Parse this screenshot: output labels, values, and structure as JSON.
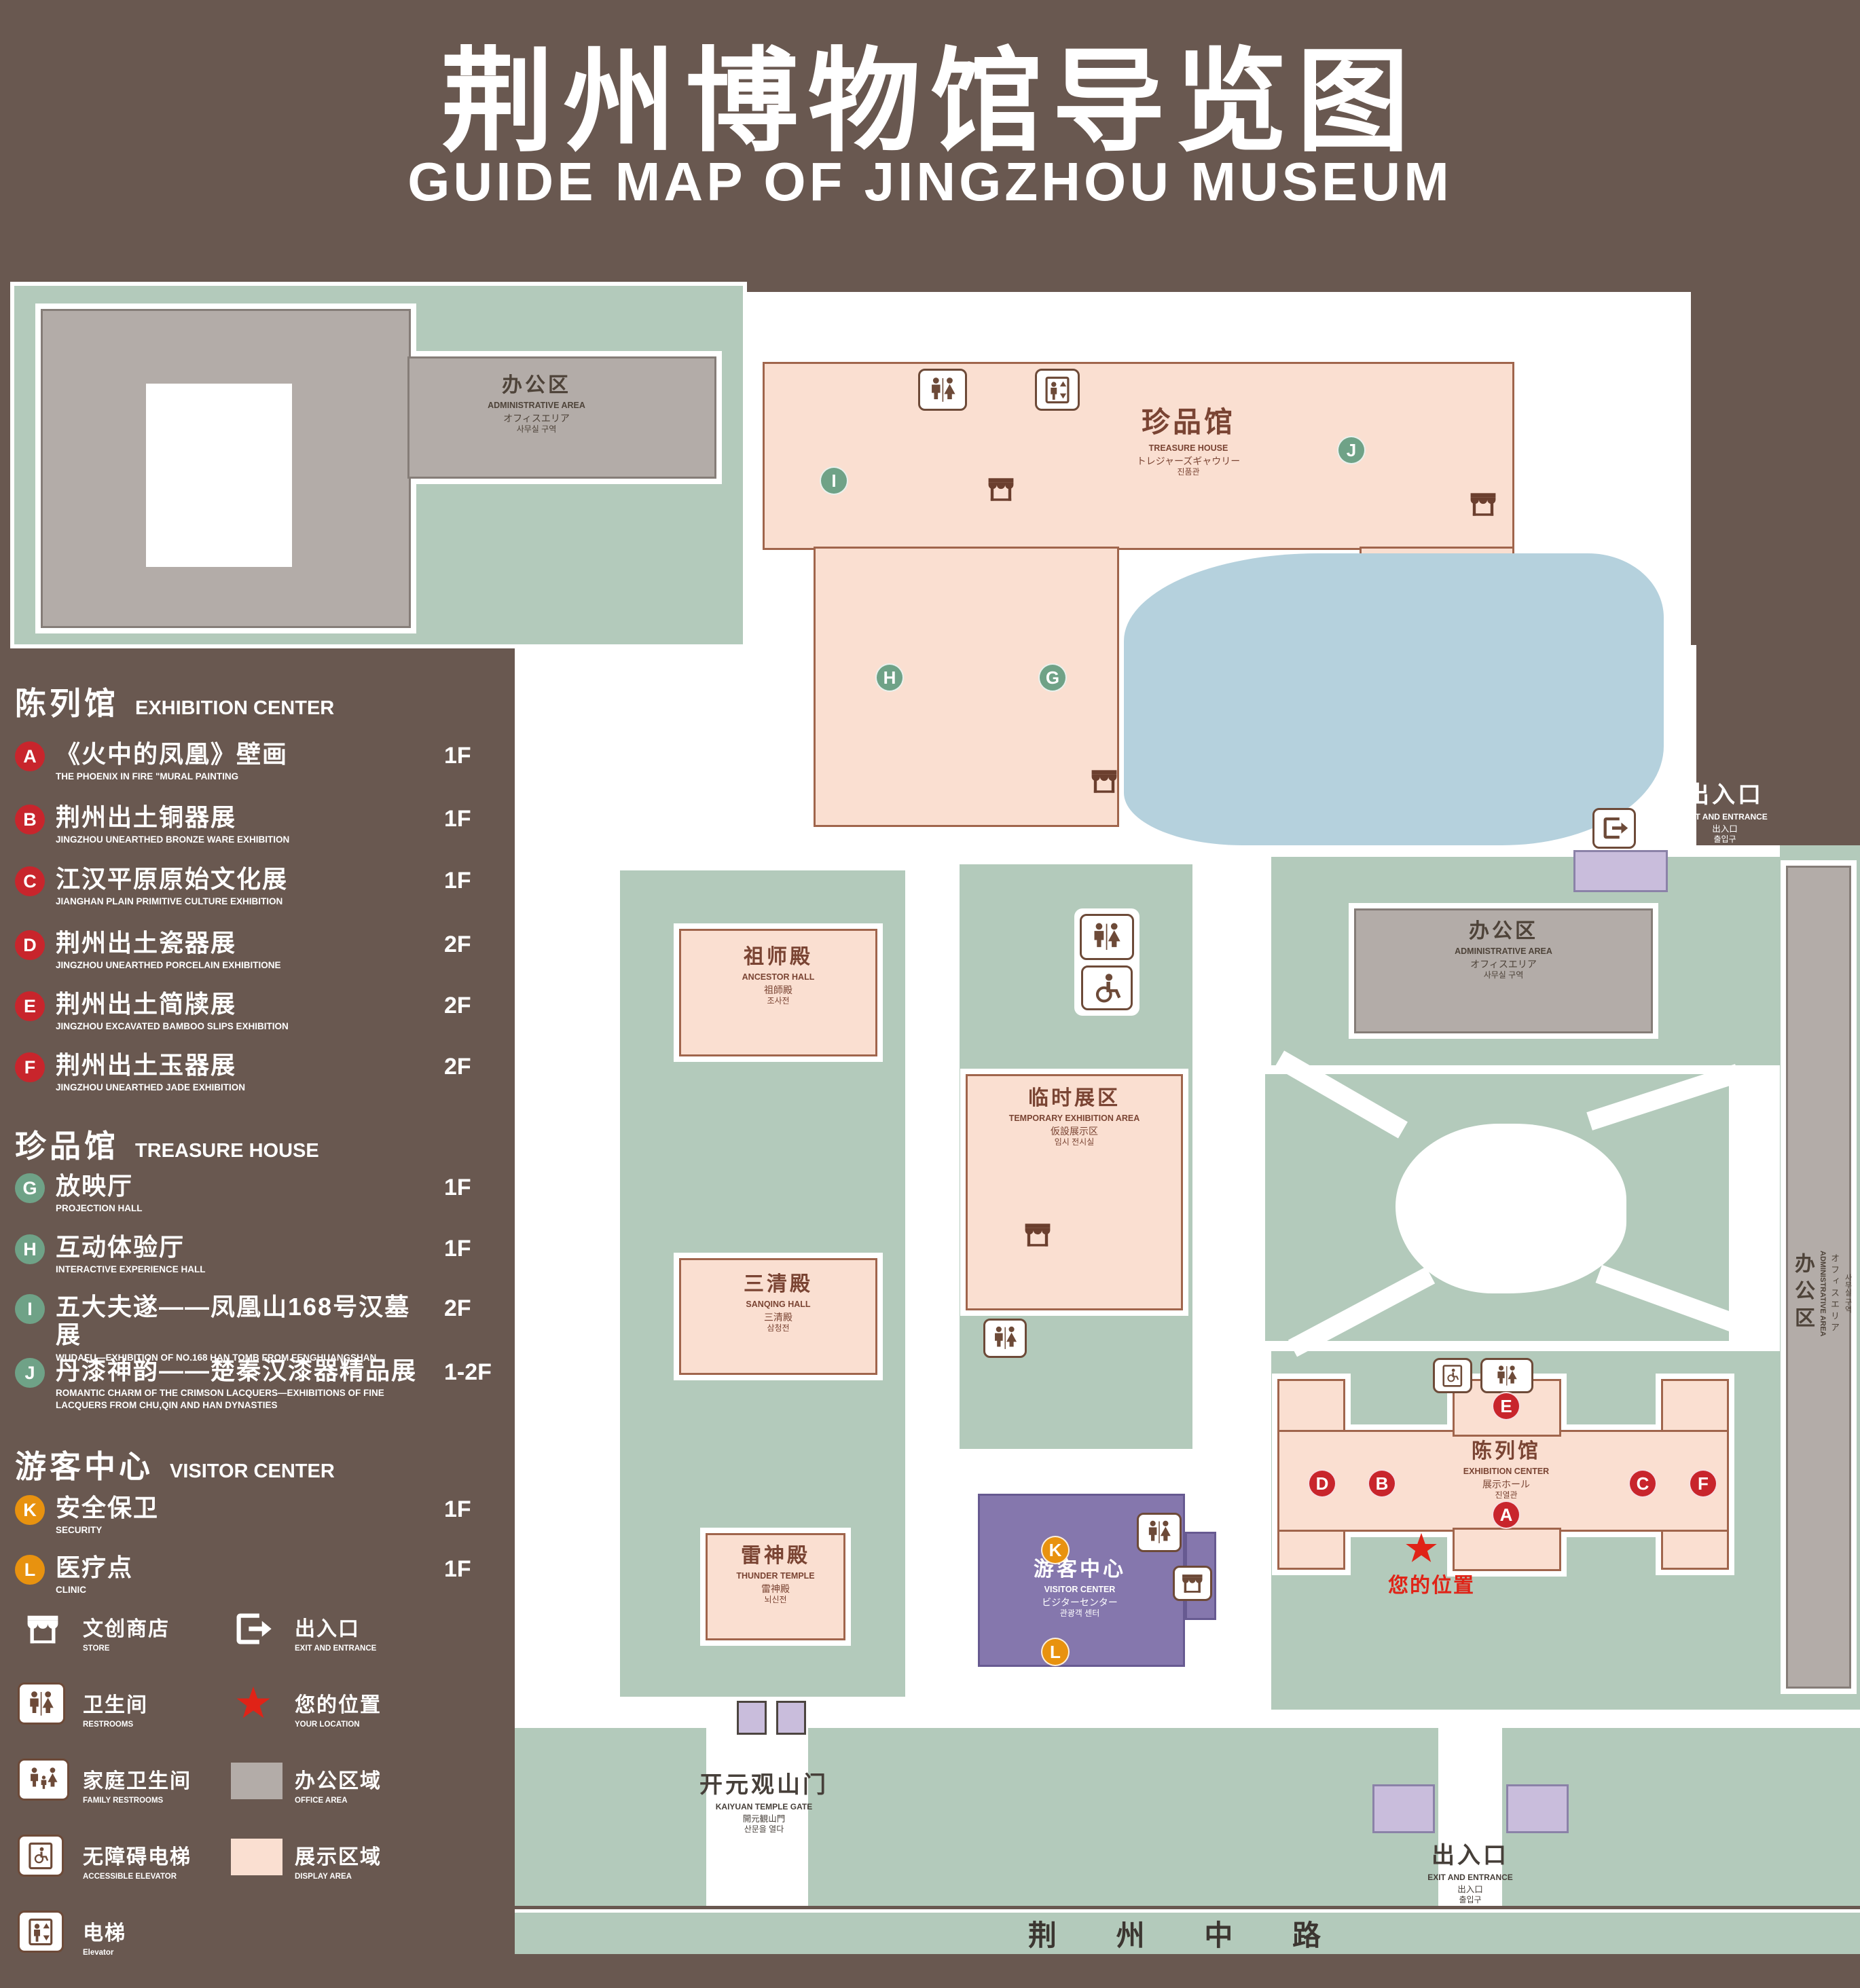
{
  "header": {
    "title": "荆州博物馆导览图",
    "subtitle": "GUIDE MAP OF JINGZHOU MUSEUM"
  },
  "legend": {
    "sections": [
      {
        "zh": "陈列馆",
        "en": "EXHIBITION CENTER",
        "items": [
          {
            "marker": "A",
            "zh": "《火中的凤凰》壁画",
            "en": "THE PHOENIX IN FIRE \"MURAL PAINTING",
            "floor": "1F"
          },
          {
            "marker": "B",
            "zh": "荆州出土铜器展",
            "en": "JINGZHOU UNEARTHED BRONZE WARE EXHIBITION",
            "floor": "1F"
          },
          {
            "marker": "C",
            "zh": "江汉平原原始文化展",
            "en": "JIANGHAN PLAIN PRIMITIVE CULTURE EXHIBITION",
            "floor": "1F"
          },
          {
            "marker": "D",
            "zh": "荆州出土瓷器展",
            "en": "JINGZHOU UNEARTHED PORCELAIN EXHIBITIONE",
            "floor": "2F"
          },
          {
            "marker": "E",
            "zh": "荆州出土简牍展",
            "en": "JINGZHOU EXCAVATED BAMBOO SLIPS EXHIBITION",
            "floor": "2F"
          },
          {
            "marker": "F",
            "zh": "荆州出土玉器展",
            "en": "JINGZHOU UNEARTHED JADE EXHIBITION",
            "floor": "2F"
          }
        ]
      },
      {
        "zh": "珍品馆",
        "en": "TREASURE HOUSE",
        "items": [
          {
            "marker": "G",
            "zh": "放映厅",
            "en": "PROJECTION HALL",
            "floor": "1F"
          },
          {
            "marker": "H",
            "zh": "互动体验厅",
            "en": "INTERACTIVE EXPERIENCE HALL",
            "floor": "1F"
          },
          {
            "marker": "I",
            "zh": "五大夫遂——凤凰山168号汉墓展",
            "en": "WUDAFU—EXHIBITION OF NO.168 HAN TOMB FROM FENGHUANGSHAN",
            "floor": "2F"
          },
          {
            "marker": "J",
            "zh": "丹漆神韵——楚秦汉漆器精品展",
            "en": "ROMANTIC CHARM OF THE CRIMSON LACQUERS—EXHIBITIONS OF FINE LACQUERS FROM CHU,QIN AND HAN DYNASTIES",
            "floor": "1-2F"
          }
        ]
      },
      {
        "zh": "游客中心",
        "en": "VISITOR CENTER",
        "items": [
          {
            "marker": "K",
            "zh": "安全保卫",
            "en": "SECURITY",
            "floor": "1F"
          },
          {
            "marker": "L",
            "zh": "医疗点",
            "en": "CLINIC",
            "floor": "1F"
          }
        ]
      }
    ],
    "symbols": {
      "store": {
        "zh": "文创商店",
        "en": "STORE"
      },
      "exit": {
        "zh": "出入口",
        "en": "EXIT AND ENTRANCE"
      },
      "restroom": {
        "zh": "卫生间",
        "en": "RESTROOMS"
      },
      "location": {
        "zh": "您的位置",
        "en": "YOUR LOCATION"
      },
      "family": {
        "zh": "家庭卫生间",
        "en": "FAMILY RESTROOMS"
      },
      "office": {
        "zh": "办公区域",
        "en": "OFFICE AREA"
      },
      "accessible": {
        "zh": "无障碍电梯",
        "en": "ACCESSIBLE ELEVATOR"
      },
      "display": {
        "zh": "展示区域",
        "en": "DISPLAY AREA"
      },
      "elevator": {
        "zh": "电梯",
        "en": "Elevator"
      }
    }
  },
  "map": {
    "buildings": {
      "admin": {
        "zh": "办公区",
        "en": "ADMINISTRATIVE AREA",
        "ja": "オフィスエリア",
        "ko": "사무실 구역"
      },
      "treasure_house": {
        "zh": "珍品馆",
        "en": "TREASURE HOUSE",
        "ja": "トレジャーズギャウリー",
        "ko": "진품관"
      },
      "ancestor_hall": {
        "zh": "祖师殿",
        "en": "ANCESTOR HALL",
        "ja": "祖師殿",
        "ko": "조사전"
      },
      "temporary_exhibition": {
        "zh": "临时展区",
        "en": "TEMPORARY EXHIBITION AREA",
        "ja": "仮設展示区",
        "ko": "임시 전시실"
      },
      "sanqing_hall": {
        "zh": "三清殿",
        "en": "SANQING HALL",
        "ja": "三清殿",
        "ko": "삼청전"
      },
      "thunder_temple": {
        "zh": "雷神殿",
        "en": "THUNDER TEMPLE",
        "ja": "雷神殿",
        "ko": "뇌신전"
      },
      "visitor_center": {
        "zh": "游客中心",
        "en": "VISITOR CENTER",
        "ja": "ビジターセンター",
        "ko": "관광객 센터"
      },
      "exhibition_center": {
        "zh": "陈列馆",
        "en": "EXHIBITION CENTER",
        "ja": "展示ホール",
        "ko": "진열관"
      }
    },
    "exit": {
      "zh": "出入口",
      "en": "EXIT AND ENTRANCE",
      "ja": "出入口",
      "ko": "출입구"
    },
    "gate": {
      "zh": "开元观山门",
      "en": "KAIYUAN TEMPLE GATE",
      "ja": "開元観山門",
      "ko": "산문을 열다"
    },
    "road": "荆 州 中 路",
    "your_location": "您的位置",
    "markers": {
      "A": "A",
      "B": "B",
      "C": "C",
      "D": "D",
      "E": "E",
      "F": "F",
      "G": "G",
      "H": "H",
      "I": "I",
      "J": "J",
      "K": "K",
      "L": "L"
    }
  },
  "colors": {
    "background": "#695850",
    "map_green": "#b3cabb",
    "display_area": "#fadfd1",
    "office_area": "#b3aca8",
    "water": "#b5d1dd",
    "visitor_center": "#8577ad",
    "exit_pad": "#c9bddc",
    "marker_red": "#c8252c",
    "marker_green": "#6fa287",
    "marker_orange": "#e8920f",
    "location_red": "#e02317"
  }
}
